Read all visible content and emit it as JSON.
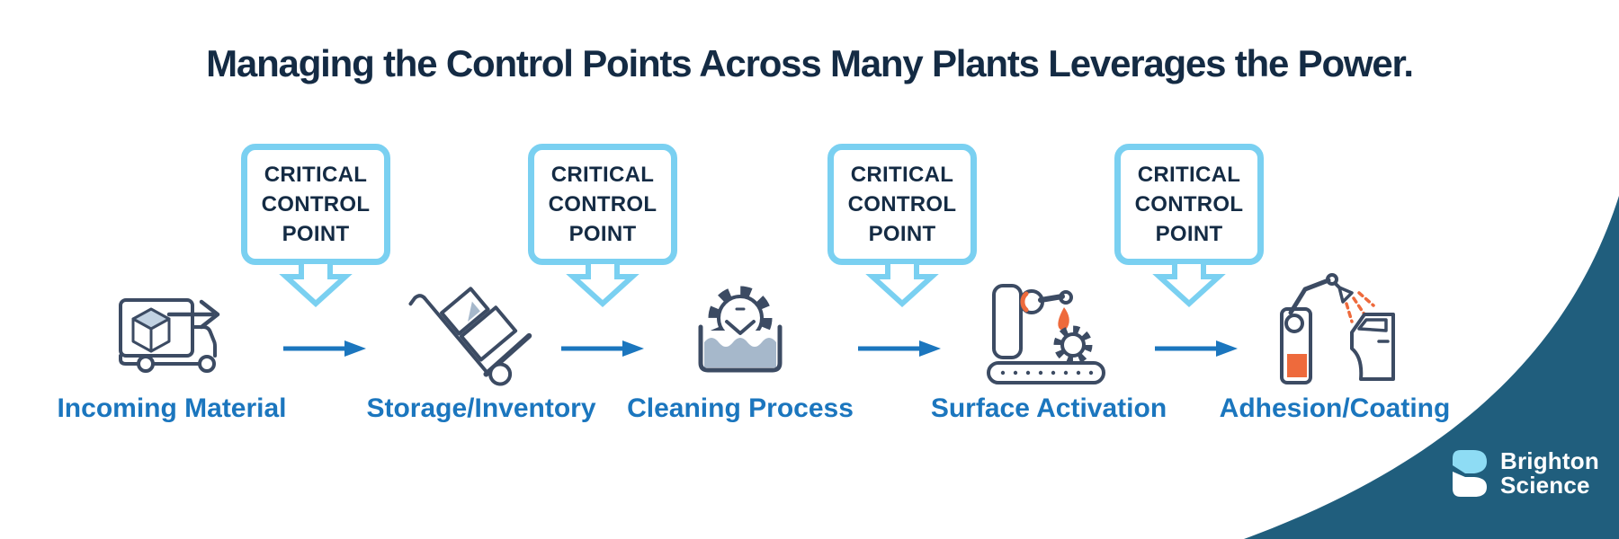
{
  "title": "Managing the Control Points Across Many Plants Leverages the Power.",
  "critical_control_point": {
    "line1": "CRITICAL",
    "line2": "CONTROL",
    "line3": "POINT"
  },
  "steps": [
    {
      "label": "Incoming Material",
      "icon": "truck-shipment-icon"
    },
    {
      "label": "Storage/Inventory",
      "icon": "hand-truck-icon"
    },
    {
      "label": "Cleaning Process",
      "icon": "gear-wash-tank-icon"
    },
    {
      "label": "Surface Activation",
      "icon": "robot-arm-plasma-icon"
    },
    {
      "label": "Adhesion/Coating",
      "icon": "spray-coating-icon"
    }
  ],
  "logo": {
    "line1": "Brighton",
    "line2": "Science"
  },
  "colors": {
    "accent_blue": "#1B76BE",
    "light_blue": "#7AD0F1",
    "navy_text": "#142B44",
    "icon_outline": "#3C4B63",
    "steel_fill": "#A6B8CB",
    "orange_accent": "#EE6A3C",
    "corner_teal": "#205E7D",
    "logo_light_blue": "#8EDCF4"
  }
}
